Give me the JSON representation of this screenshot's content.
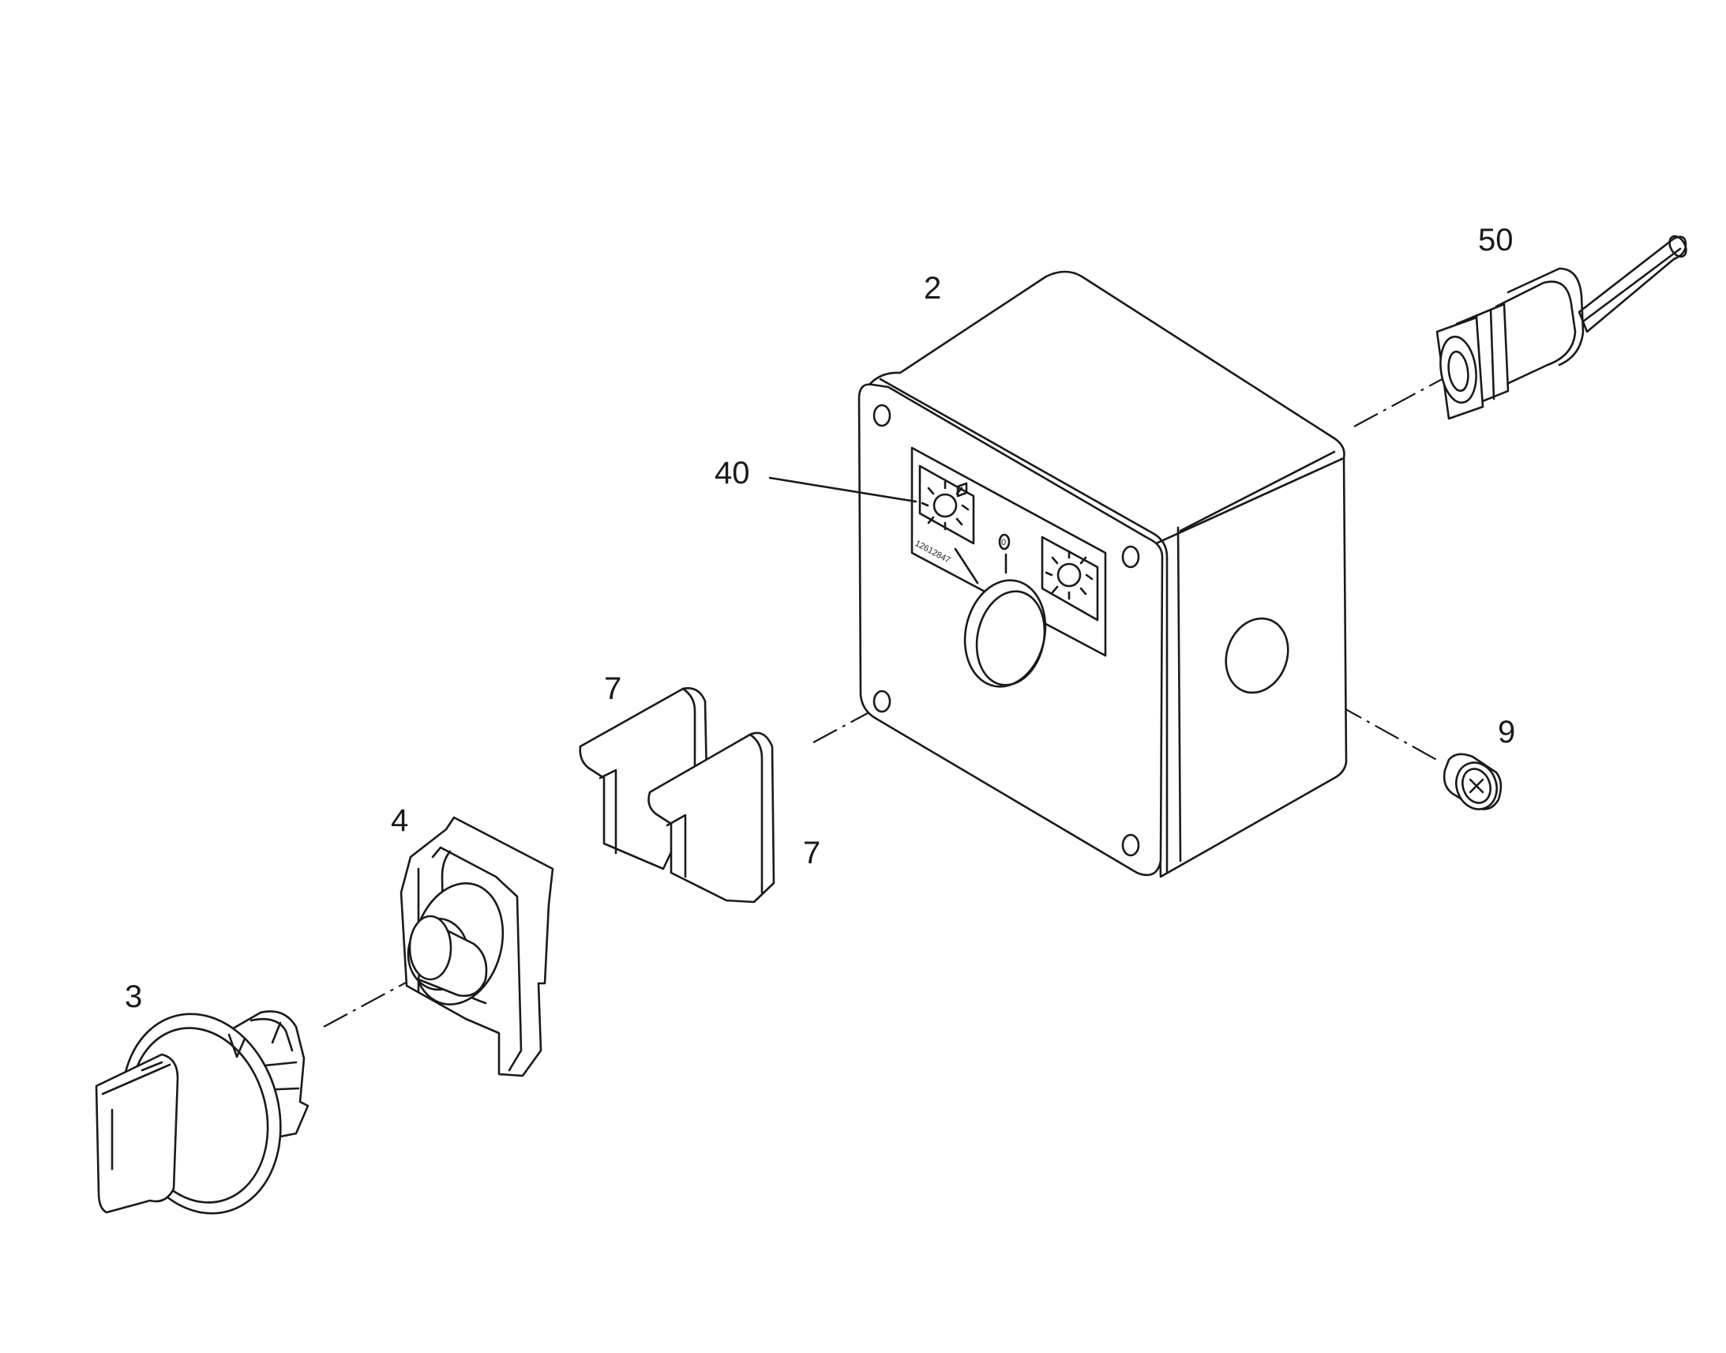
{
  "labels": {
    "box": "2",
    "switch_knob": "3",
    "bracket": "4",
    "insert_a": "7",
    "insert_b": "7",
    "plug": "9",
    "decal": "40",
    "cable_gland": "50"
  },
  "decal_code": "12612847",
  "decal_center_mark": "0"
}
